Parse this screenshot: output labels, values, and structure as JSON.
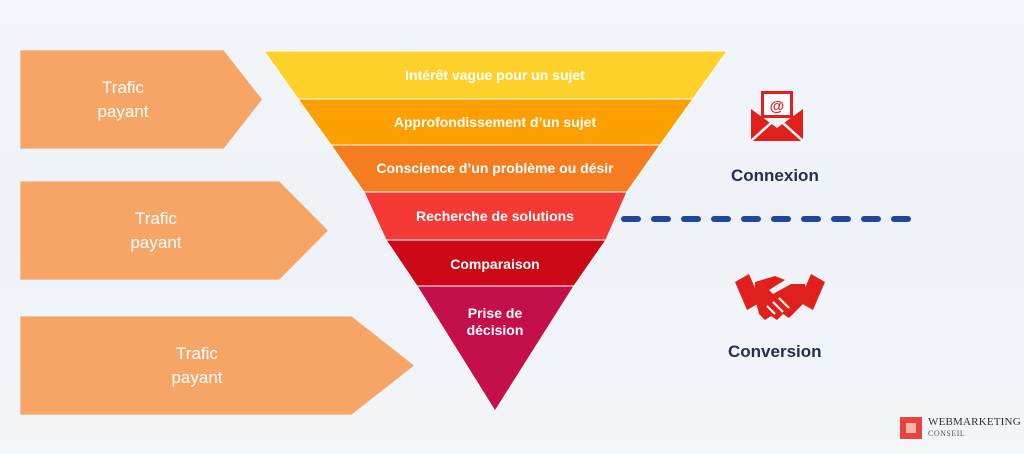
{
  "traffic": [
    {
      "line1": "Trafic",
      "line2": "payant"
    },
    {
      "line1": "Trafic",
      "line2": "payant"
    },
    {
      "line1": "Trafic",
      "line2": "payant"
    }
  ],
  "funnel": {
    "stages": [
      {
        "label": "Intérêt vague pour un sujet",
        "color": "#fdd12a"
      },
      {
        "label": "Approfondissement d’un sujet",
        "color": "#fca000"
      },
      {
        "label": "Conscience d’un problème ou désir",
        "color": "#f57d1f"
      },
      {
        "label": "Recherche de solutions",
        "color": "#f53a36"
      },
      {
        "label": "Comparaison",
        "color": "#cc0a17"
      },
      {
        "label_line1": "Prise de",
        "label_line2": "décision",
        "color": "#c40f4b"
      }
    ]
  },
  "connexion": {
    "label": "Connexion",
    "icon": "email-icon",
    "color": "#e0201c"
  },
  "conversion": {
    "label": "Conversion",
    "icon": "handshake-icon",
    "color": "#e0201c"
  },
  "divider_color": "#20479c",
  "logo": {
    "line1": "WEBMARKETING",
    "line2": "CONSEIL"
  }
}
